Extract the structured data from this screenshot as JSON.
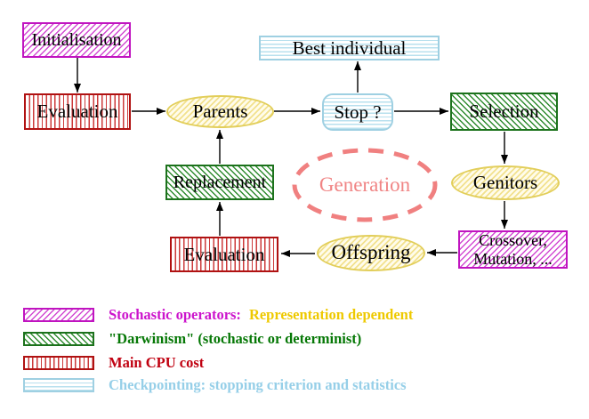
{
  "diagram": {
    "nodes": {
      "initialisation": "Initialisation",
      "evaluation_top": "Evaluation",
      "parents": "Parents",
      "stop": "Stop ?",
      "best_individual": "Best individual",
      "selection": "Selection",
      "genitors": "Genitors",
      "crossover_line1": "Crossover,",
      "crossover_line2": "Mutation, ...",
      "offspring": "Offspring",
      "evaluation_bottom": "Evaluation",
      "replacement": "Replacement",
      "generation": "Generation"
    }
  },
  "legend": {
    "stochastic_label": "Stochastic operators:",
    "stochastic_extra": "Representation dependent",
    "darwinism_label": "\"Darwinism\" (stochastic or determinist)",
    "cpu_label": "Main CPU cost",
    "checkpoint_label": "Checkpointing: stopping criterion and statistics"
  },
  "colors": {
    "magenta": "#cc14cc",
    "dark_green": "#1c721c",
    "dark_red": "#b01212",
    "cyan_border": "#9fd0e2",
    "yellow_border": "#e2ce5a",
    "salmon": "#f08080",
    "gold_text": "#eec900",
    "green_text": "#067806",
    "red_text": "#c00010",
    "cyan_text": "#96cfe8",
    "arrow_black": "#000000"
  }
}
